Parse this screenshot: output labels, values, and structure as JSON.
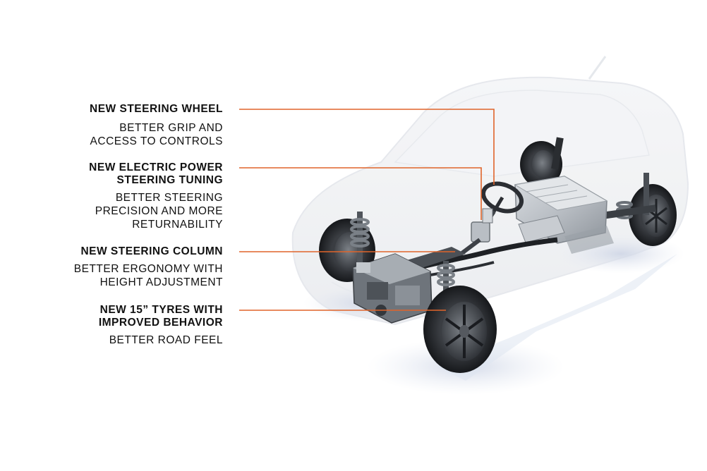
{
  "callouts": [
    {
      "title_lines": [
        "NEW STEERING WHEEL"
      ],
      "desc_lines": [
        "BETTER GRIP AND",
        "ACCESS TO CONTROLS"
      ]
    },
    {
      "title_lines": [
        "NEW ELECTRIC POWER",
        "STEERING TUNING"
      ],
      "desc_lines": [
        "BETTER STEERING",
        "PRECISION AND MORE",
        "RETURNABILITY"
      ]
    },
    {
      "title_lines": [
        "NEW STEERING COLUMN"
      ],
      "desc_lines": [
        "BETTER ERGONOMY WITH",
        "HEIGHT ADJUSTMENT"
      ]
    },
    {
      "title_lines": [
        "NEW 15” TYRES WITH",
        "IMPROVED BEHAVIOR"
      ],
      "desc_lines": [
        "BETTER ROAD FEEL"
      ]
    }
  ],
  "colors": {
    "leader_line": "#e0642a",
    "text": "#111111"
  }
}
